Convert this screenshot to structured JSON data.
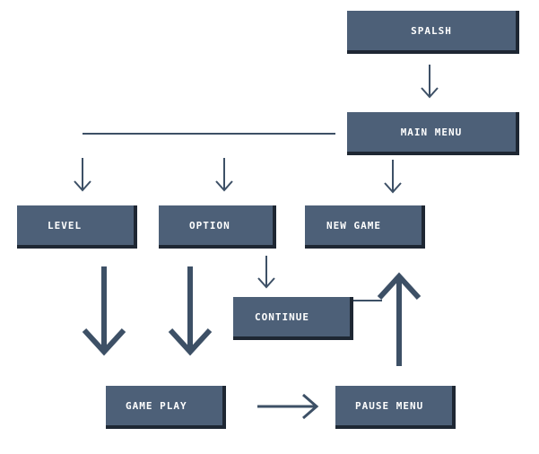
{
  "nodes": {
    "splash": "SPALSH",
    "main_menu": "MAIN MENU",
    "level": "LEVEL",
    "option": "OPTION",
    "new_game": "NEW GAME",
    "continue": "CONTINUE",
    "game_play": "GAME PLAY",
    "pause_menu": "PAUSE MENU"
  },
  "colors": {
    "node_fill": "#4d6078",
    "node_shadow": "#1e2733",
    "node_text": "#ffffff",
    "connector": "#3d5066"
  }
}
